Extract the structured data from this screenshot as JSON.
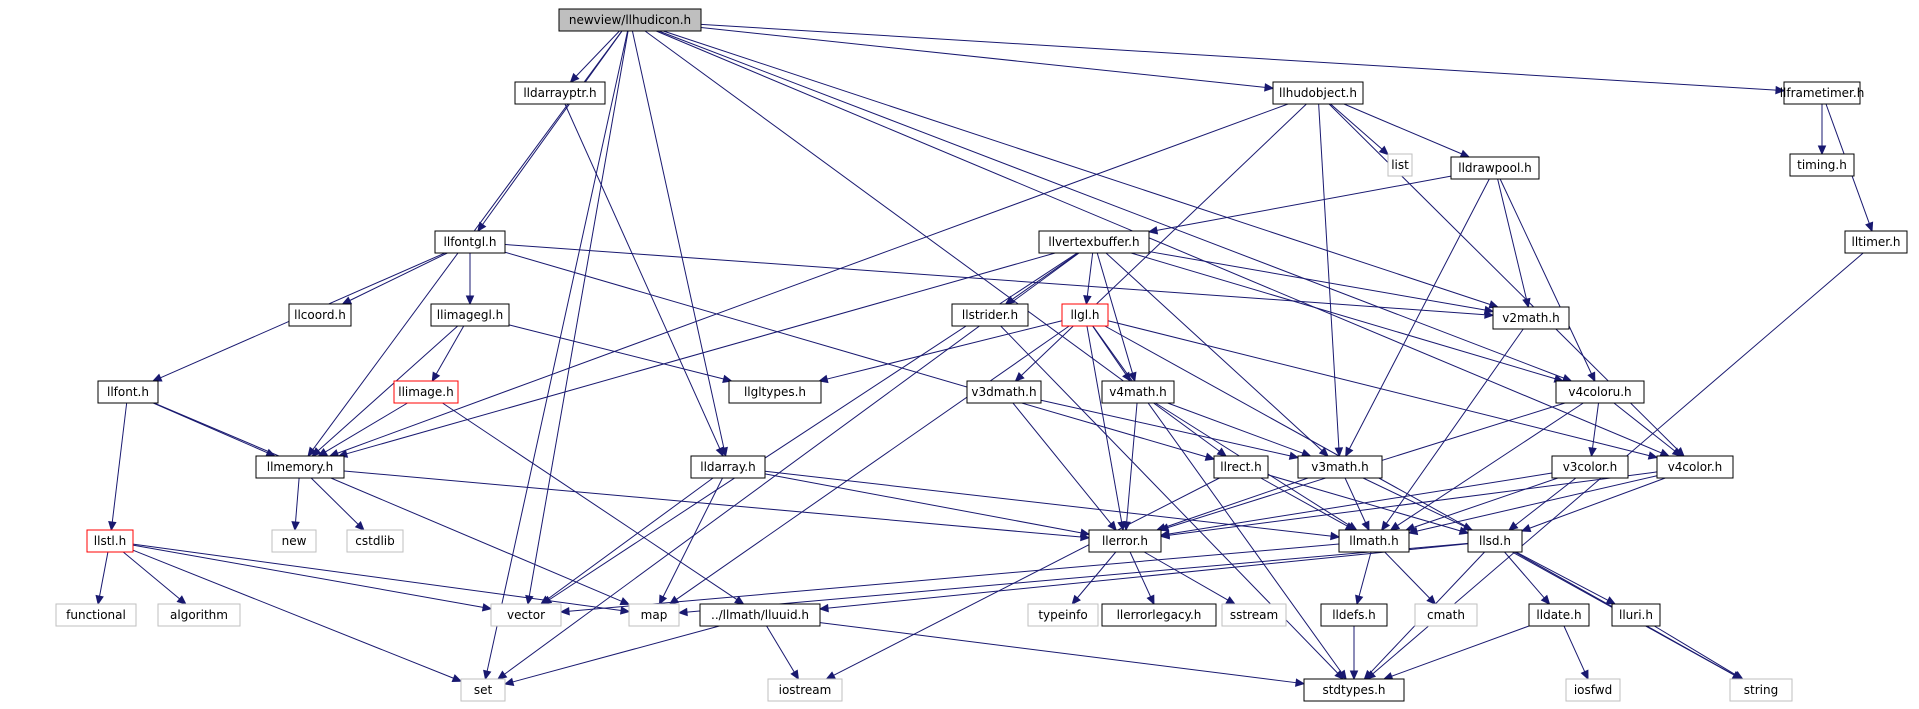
{
  "title": "newview/llhudicon.h",
  "colors": {
    "edge": "#191970",
    "node_border": "#000000",
    "missing_border": "#bfbfbf",
    "error_border": "#ff0000",
    "root_fill": "#bfbfbf",
    "node_fill": "#ffffff"
  },
  "nodes": [
    {
      "id": "root",
      "label": "newview/llhudicon.h",
      "style": "root"
    },
    {
      "id": "lldarrayptr",
      "label": "lldarrayptr.h",
      "style": "normal"
    },
    {
      "id": "llhudobject",
      "label": "llhudobject.h",
      "style": "normal"
    },
    {
      "id": "llframetimer",
      "label": "llframetimer.h",
      "style": "normal"
    },
    {
      "id": "list",
      "label": "list",
      "style": "missing"
    },
    {
      "id": "lldrawpool",
      "label": "lldrawpool.h",
      "style": "normal"
    },
    {
      "id": "timing",
      "label": "timing.h",
      "style": "normal"
    },
    {
      "id": "lltimer",
      "label": "lltimer.h",
      "style": "normal"
    },
    {
      "id": "llfontgl",
      "label": "llfontgl.h",
      "style": "normal"
    },
    {
      "id": "llvertexbuffer",
      "label": "llvertexbuffer.h",
      "style": "normal"
    },
    {
      "id": "llcoord",
      "label": "llcoord.h",
      "style": "normal"
    },
    {
      "id": "llimagegl",
      "label": "llimagegl.h",
      "style": "normal"
    },
    {
      "id": "llstrider",
      "label": "llstrider.h",
      "style": "normal"
    },
    {
      "id": "llgl",
      "label": "llgl.h",
      "style": "error"
    },
    {
      "id": "v2math",
      "label": "v2math.h",
      "style": "normal"
    },
    {
      "id": "llfont",
      "label": "llfont.h",
      "style": "normal"
    },
    {
      "id": "llimage",
      "label": "llimage.h",
      "style": "error"
    },
    {
      "id": "llgltypes",
      "label": "llgltypes.h",
      "style": "normal"
    },
    {
      "id": "v3dmath",
      "label": "v3dmath.h",
      "style": "normal"
    },
    {
      "id": "v4math",
      "label": "v4math.h",
      "style": "normal"
    },
    {
      "id": "v4coloru",
      "label": "v4coloru.h",
      "style": "normal"
    },
    {
      "id": "llmemory",
      "label": "llmemory.h",
      "style": "normal"
    },
    {
      "id": "lldarray",
      "label": "lldarray.h",
      "style": "normal"
    },
    {
      "id": "llrect",
      "label": "llrect.h",
      "style": "normal"
    },
    {
      "id": "v3math",
      "label": "v3math.h",
      "style": "normal"
    },
    {
      "id": "v3color",
      "label": "v3color.h",
      "style": "normal"
    },
    {
      "id": "v4color",
      "label": "v4color.h",
      "style": "normal"
    },
    {
      "id": "llstl",
      "label": "llstl.h",
      "style": "error"
    },
    {
      "id": "new",
      "label": "new",
      "style": "missing"
    },
    {
      "id": "cstdlib",
      "label": "cstdlib",
      "style": "missing"
    },
    {
      "id": "llerror",
      "label": "llerror.h",
      "style": "normal"
    },
    {
      "id": "llmath",
      "label": "llmath.h",
      "style": "normal"
    },
    {
      "id": "llsd",
      "label": "llsd.h",
      "style": "normal"
    },
    {
      "id": "functional",
      "label": "functional",
      "style": "missing"
    },
    {
      "id": "algorithm",
      "label": "algorithm",
      "style": "missing"
    },
    {
      "id": "vector",
      "label": "vector",
      "style": "missing"
    },
    {
      "id": "map",
      "label": "map",
      "style": "missing"
    },
    {
      "id": "lluuid",
      "label": "../llmath/lluuid.h",
      "style": "normal"
    },
    {
      "id": "typeinfo",
      "label": "typeinfo",
      "style": "missing"
    },
    {
      "id": "llerrorlegacy",
      "label": "llerrorlegacy.h",
      "style": "normal"
    },
    {
      "id": "sstream",
      "label": "sstream",
      "style": "missing"
    },
    {
      "id": "lldefs",
      "label": "lldefs.h",
      "style": "normal"
    },
    {
      "id": "cmath",
      "label": "cmath",
      "style": "missing"
    },
    {
      "id": "lldate",
      "label": "lldate.h",
      "style": "normal"
    },
    {
      "id": "lluri",
      "label": "lluri.h",
      "style": "normal"
    },
    {
      "id": "set",
      "label": "set",
      "style": "missing"
    },
    {
      "id": "iostream",
      "label": "iostream",
      "style": "missing"
    },
    {
      "id": "stdtypes",
      "label": "stdtypes.h",
      "style": "normal"
    },
    {
      "id": "iosfwd",
      "label": "iosfwd",
      "style": "missing"
    },
    {
      "id": "string",
      "label": "string",
      "style": "missing"
    }
  ],
  "edges": [
    [
      "root",
      "lldarrayptr"
    ],
    [
      "root",
      "llhudobject"
    ],
    [
      "root",
      "llframetimer"
    ],
    [
      "root",
      "llfontgl"
    ],
    [
      "root",
      "llmemory"
    ],
    [
      "root",
      "lldarray"
    ],
    [
      "root",
      "llrect"
    ],
    [
      "root",
      "v2math"
    ],
    [
      "root",
      "v4coloru"
    ],
    [
      "root",
      "v4color"
    ],
    [
      "root",
      "vector"
    ],
    [
      "root",
      "set"
    ],
    [
      "lldarrayptr",
      "lldarray"
    ],
    [
      "llhudobject",
      "list"
    ],
    [
      "llhudobject",
      "lldrawpool"
    ],
    [
      "llhudobject",
      "v3dmath"
    ],
    [
      "llhudobject",
      "v3math"
    ],
    [
      "llhudobject",
      "v4color"
    ],
    [
      "llhudobject",
      "llmemory"
    ],
    [
      "llframetimer",
      "timing"
    ],
    [
      "llframetimer",
      "lltimer"
    ],
    [
      "lldrawpool",
      "llvertexbuffer"
    ],
    [
      "lldrawpool",
      "v2math"
    ],
    [
      "lldrawpool",
      "v4coloru"
    ],
    [
      "lldrawpool",
      "v3math"
    ],
    [
      "lltimer",
      "stdtypes"
    ],
    [
      "llfontgl",
      "llcoord"
    ],
    [
      "llfontgl",
      "llimagegl"
    ],
    [
      "llfontgl",
      "llfont"
    ],
    [
      "llfontgl",
      "v2math"
    ],
    [
      "llfontgl",
      "llrect"
    ],
    [
      "llvertexbuffer",
      "llstrider"
    ],
    [
      "llvertexbuffer",
      "llgl"
    ],
    [
      "llvertexbuffer",
      "v2math"
    ],
    [
      "llvertexbuffer",
      "v4math"
    ],
    [
      "llvertexbuffer",
      "v4coloru"
    ],
    [
      "llvertexbuffer",
      "v3math"
    ],
    [
      "llvertexbuffer",
      "llmemory"
    ],
    [
      "llvertexbuffer",
      "vector"
    ],
    [
      "llvertexbuffer",
      "set"
    ],
    [
      "llimagegl",
      "llimage"
    ],
    [
      "llimagegl",
      "llgltypes"
    ],
    [
      "llimagegl",
      "llmemory"
    ],
    [
      "llimage",
      "llmemory"
    ],
    [
      "llimage",
      "lluuid"
    ],
    [
      "llstrider",
      "stdtypes"
    ],
    [
      "llgl",
      "llgltypes"
    ],
    [
      "llgl",
      "v4math"
    ],
    [
      "llgl",
      "llerror"
    ],
    [
      "llgl",
      "v4color"
    ],
    [
      "llgl",
      "map"
    ],
    [
      "llgl",
      "string"
    ],
    [
      "llgl",
      "stdtypes"
    ],
    [
      "v2math",
      "llmath"
    ],
    [
      "llfont",
      "llmemory"
    ],
    [
      "llfont",
      "llstl"
    ],
    [
      "llfont",
      "map"
    ],
    [
      "v3dmath",
      "v3math"
    ],
    [
      "v3dmath",
      "llerror"
    ],
    [
      "v4math",
      "v3math"
    ],
    [
      "v4math",
      "llerror"
    ],
    [
      "v4math",
      "llmath"
    ],
    [
      "v4coloru",
      "v3color"
    ],
    [
      "v4coloru",
      "v4color"
    ],
    [
      "v4coloru",
      "llerror"
    ],
    [
      "v4coloru",
      "llmath"
    ],
    [
      "llmemory",
      "new"
    ],
    [
      "llmemory",
      "cstdlib"
    ],
    [
      "llmemory",
      "llerror"
    ],
    [
      "lldarray",
      "llerror"
    ],
    [
      "lldarray",
      "llmath"
    ],
    [
      "lldarray",
      "vector"
    ],
    [
      "lldarray",
      "map"
    ],
    [
      "llrect",
      "llmath"
    ],
    [
      "llrect",
      "llsd"
    ],
    [
      "llrect",
      "iostream"
    ],
    [
      "v3math",
      "llerror"
    ],
    [
      "v3math",
      "llmath"
    ],
    [
      "v3math",
      "llsd"
    ],
    [
      "v3color",
      "llerror"
    ],
    [
      "v3color",
      "llmath"
    ],
    [
      "v3color",
      "llsd"
    ],
    [
      "v4color",
      "llerror"
    ],
    [
      "v4color",
      "llmath"
    ],
    [
      "v4color",
      "llsd"
    ],
    [
      "llstl",
      "functional"
    ],
    [
      "llstl",
      "algorithm"
    ],
    [
      "llstl",
      "vector"
    ],
    [
      "llstl",
      "map"
    ],
    [
      "llstl",
      "set"
    ],
    [
      "llerror",
      "typeinfo"
    ],
    [
      "llerror",
      "llerrorlegacy"
    ],
    [
      "llerror",
      "sstream"
    ],
    [
      "llmath",
      "lldefs"
    ],
    [
      "llmath",
      "cmath"
    ],
    [
      "llmath",
      "vector"
    ],
    [
      "llsd",
      "map"
    ],
    [
      "llsd",
      "lluuid"
    ],
    [
      "llsd",
      "lldate"
    ],
    [
      "llsd",
      "lluri"
    ],
    [
      "llsd",
      "string"
    ],
    [
      "llsd",
      "stdtypes"
    ],
    [
      "lluuid",
      "iostream"
    ],
    [
      "lluuid",
      "set"
    ],
    [
      "lluuid",
      "stdtypes"
    ],
    [
      "lldefs",
      "stdtypes"
    ],
    [
      "lldate",
      "iosfwd"
    ],
    [
      "lldate",
      "stdtypes"
    ],
    [
      "lluri",
      "string"
    ]
  ]
}
